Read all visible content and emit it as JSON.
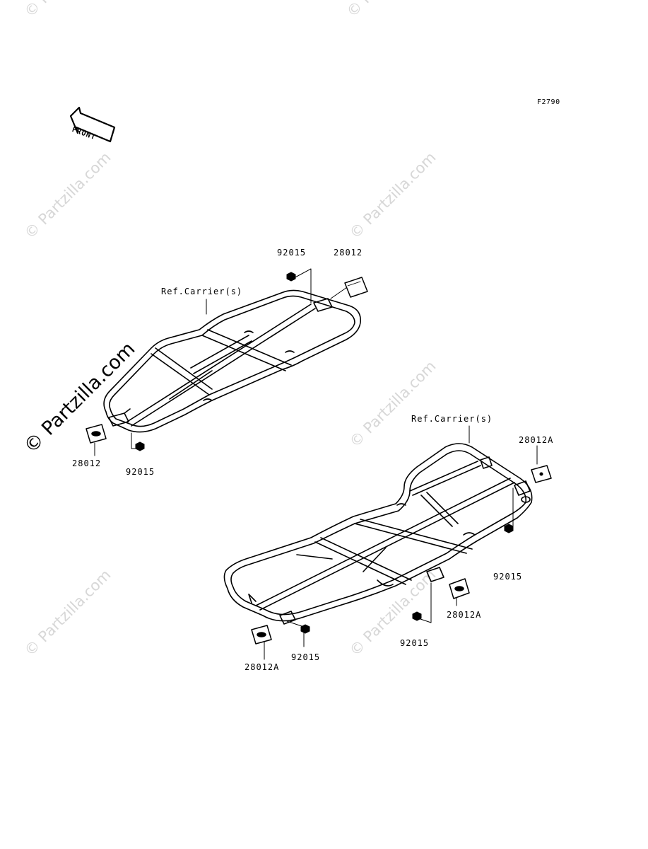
{
  "diagram_code": "F2790",
  "front_label": "FRONT",
  "watermark": "© Partzilla.com",
  "labels": {
    "nut_92015": "92015",
    "reflector_28012": "28012",
    "reflector_28012a": "28012A",
    "ref_carrier": "Ref.Carrier(s)"
  }
}
